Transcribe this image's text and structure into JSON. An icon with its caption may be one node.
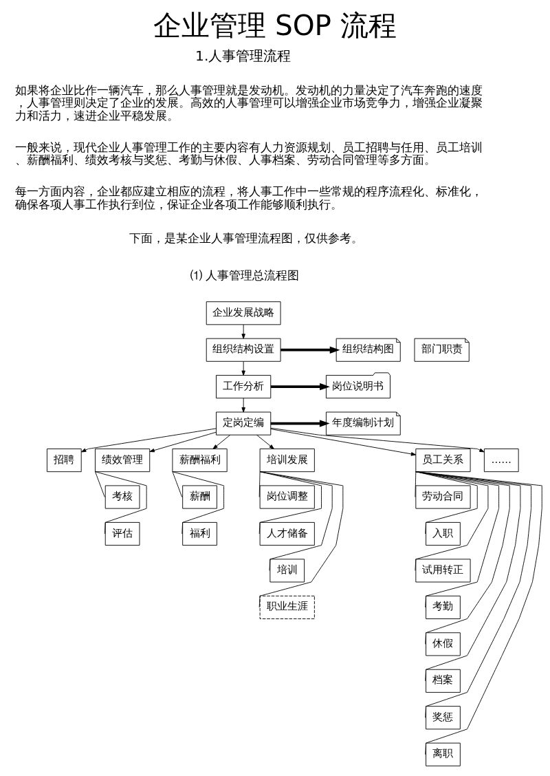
{
  "diagram": {
    "title": "企业管理 SOP 流程",
    "nodes": [
      {
        "text": [
          "企业发展战略"
        ]
      },
      {
        "text": [
          "组织结构设置"
        ]
      },
      {
        "text": [
          "工作分析"
        ]
      },
      {
        "text": [
          "定岗定编"
        ]
      },
      {
        "text": [
          "组织结构图"
        ]
      },
      {
        "text": [
          "部门职责"
        ]
      },
      {
        "text": [
          "岗位说明书"
        ]
      },
      {
        "text": [
          "年度编制计划"
        ]
      },
      {
        "text": [
          "招聘"
        ]
      },
      {
        "text": [
          "绩效管理"
        ]
      },
      {
        "text": [
          "薪酬福利"
        ]
      },
      {
        "text": [
          "培训发展"
        ]
      },
      {
        "text": [
          "员工关系"
        ]
      },
      {
        "text": [
          "……"
        ]
      },
      {
        "text": [
          "考核"
        ]
      },
      {
        "text": [
          "评估"
        ]
      },
      {
        "text": [
          "薪酬"
        ]
      },
      {
        "text": [
          "福利"
        ]
      },
      {
        "text": [
          "岗位调整"
        ]
      },
      {
        "text": [
          "人才储备"
        ]
      },
      {
        "text": [
          "培训"
        ]
      },
      {
        "text": [
          "职业生涯"
        ]
      },
      {
        "text": [
          "劳动合同"
        ]
      },
      {
        "text": [
          "入职"
        ]
      },
      {
        "text": [
          "试用转正"
        ]
      },
      {
        "text": [
          "考勤"
        ]
      },
      {
        "text": [
          "休假"
        ]
      },
      {
        "text": [
          "档案"
        ]
      },
      {
        "text": [
          "奖惩"
        ]
      },
      {
        "text": [
          "离职"
        ]
      }
    ],
    "edges": [
      {
        "from": 0,
        "to": 1,
        "arrow": "to"
      },
      {
        "from": 1,
        "to": 2,
        "arrow": "to"
      },
      {
        "from": 2,
        "to": 3,
        "arrow": "to"
      },
      {
        "from": 1,
        "to": 4,
        "arrow": "to",
        "style": "thick"
      },
      {
        "from": 2,
        "to": 6,
        "arrow": "to",
        "style": "thick"
      },
      {
        "from": 3,
        "to": 7,
        "arrow": "to",
        "style": "thick"
      },
      {
        "from": 3,
        "to": 8,
        "arrow": "to"
      },
      {
        "from": 3,
        "to": 9,
        "arrow": "to"
      },
      {
        "from": 3,
        "to": 10,
        "arrow": "to"
      },
      {
        "from": 3,
        "to": 11,
        "arrow": "to"
      },
      {
        "from": 3,
        "to": 12,
        "arrow": "to"
      },
      {
        "from": 3,
        "to": 13,
        "arrow": "to"
      },
      {
        "from": 9,
        "to": 14,
        "arrow": "none"
      },
      {
        "from": 9,
        "to": 15,
        "arrow": "none"
      },
      {
        "from": 10,
        "to": 16,
        "arrow": "none"
      },
      {
        "from": 10,
        "to": 17,
        "arrow": "none"
      },
      {
        "from": 11,
        "to": 18,
        "arrow": "none"
      },
      {
        "from": 11,
        "to": 19,
        "arrow": "none"
      },
      {
        "from": 11,
        "to": 20,
        "arrow": "none"
      },
      {
        "from": 11,
        "to": 21,
        "arrow": "none"
      },
      {
        "from": 12,
        "to": 22,
        "arrow": "none"
      },
      {
        "from": 12,
        "to": 23,
        "arrow": "none"
      },
      {
        "from": 12,
        "to": 24,
        "arrow": "none"
      },
      {
        "from": 12,
        "to": 25,
        "arrow": "none"
      },
      {
        "from": 12,
        "to": 26,
        "arrow": "none"
      },
      {
        "from": 12,
        "to": 27,
        "arrow": "none"
      },
      {
        "from": 12,
        "to": 28,
        "arrow": "none"
      },
      {
        "from": 12,
        "to": 29,
        "arrow": "none"
      }
    ],
    "labels": [
      "1.人事管理流程",
      "如果将企业比作一辆汽车，那么人事管理就是发动机。发动机的力量决定了汽车奔跑的速度，人事管理则决定了企业的发展。高效的人事管理可以增强企业市场竞争力，增强企业凝聚力和活力，速进企业平稳发展。",
      "一般来说，现代企业人事管理工作的主要内容有人力资源规划、员工招聘与任用、员工培训、薪酬福利、绩效考核与奖惩、考勤与休假、人事档案、劳动合同管理等多方面。",
      "每一方面内容，企业都应建立相应的流程，将人事工作中一些常规的程序流程化、标准化，确保各项人事工作执行到位，保证企业各项工作能够顺利执行。",
      "下面，是某企业人事管理流程图，仅供参考。",
      "⑴ 人事管理总流程图"
    ]
  }
}
